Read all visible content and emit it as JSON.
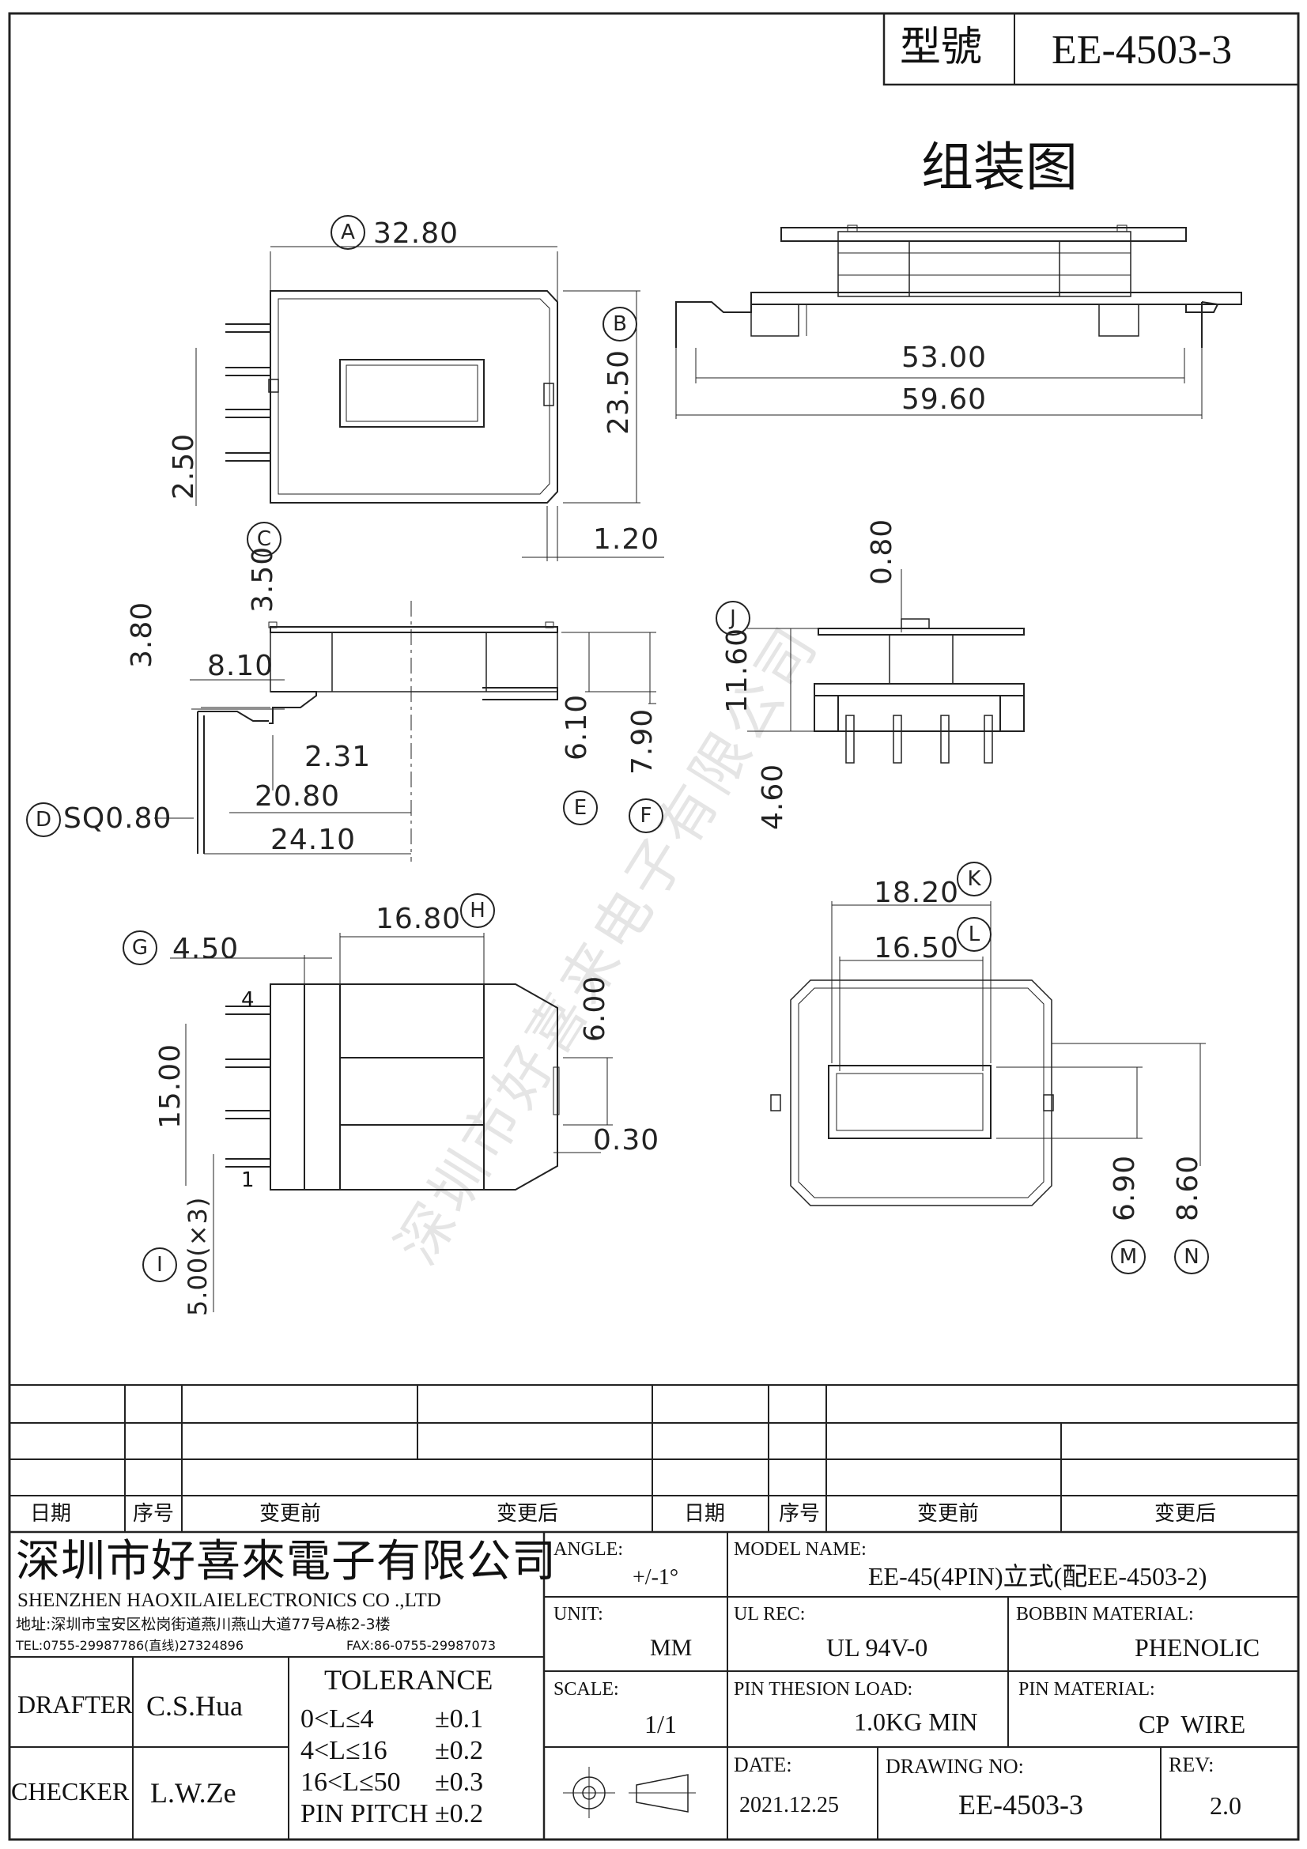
{
  "header": {
    "model_label": "型號",
    "model_value": "EE-4503-3",
    "drawing_title": "组装图"
  },
  "dimensions": {
    "a": "32.80",
    "b": "23.50",
    "pin_spacing": "2.50",
    "tab": "1.20",
    "c": "3.50",
    "d_left": "3.80",
    "w810": "8.10",
    "w231": "2.31",
    "w2080": "20.80",
    "sq": "SQ0.80",
    "w2410": "24.10",
    "h610": "6.10",
    "h790": "7.90",
    "w5300": "53.00",
    "w5960": "59.60",
    "h080": "0.80",
    "h1160": "11.60",
    "h460": "4.60",
    "g450": "4.50",
    "w1680": "16.80",
    "h1500": "15.00",
    "h600": "6.00",
    "w030": "0.30",
    "p500": "5.00(×3)",
    "w1820": "18.20",
    "w1650": "16.50",
    "h690": "6.90",
    "h860": "8.60"
  },
  "labels": {
    "A": "A",
    "B": "B",
    "C": "C",
    "D": "D",
    "E": "E",
    "F": "F",
    "G": "G",
    "H": "H",
    "I": "I",
    "J": "J",
    "K": "K",
    "L": "L",
    "M": "M",
    "N": "N"
  },
  "pin_labels": {
    "top": "4",
    "bottom": "1"
  },
  "watermark": "深圳市好喜来电子有限公司",
  "revision_headers": {
    "date": "日期",
    "seq": "序号",
    "before": "变更前",
    "after": "变更后"
  },
  "company": {
    "name_cn": "深圳市好喜來電子有限公司",
    "name_en": "SHENZHEN HAOXILAIELECTRONICS CO .,LTD",
    "address": "地址:深圳市宝安区松岗街道燕川燕山大道77号A栋2-3楼",
    "tel": "TEL:0755-29987786(直线)27324896",
    "fax": "FAX:86-0755-29987073"
  },
  "people": {
    "drafter_label": "DRAFTER",
    "drafter": "C.S.Hua",
    "checker_label": "CHECKER",
    "checker": "L.W.Ze"
  },
  "tolerance": {
    "title": "TOLERANCE",
    "rows": [
      {
        "range": "0<L≤4",
        "value": "±0.1"
      },
      {
        "range": "4<L≤16",
        "value": "±0.2"
      },
      {
        "range": "16<L≤50",
        "value": "±0.3"
      },
      {
        "range": "PIN PITCH",
        "value": "±0.2"
      }
    ]
  },
  "specs": {
    "angle_label": "ANGLE:",
    "angle": "+/-1°",
    "unit_label": "UNIT:",
    "unit": "MM",
    "scale_label": "SCALE:",
    "scale": "1/1",
    "model_name_label": "MODEL NAME:",
    "model_name": "EE-45(4PIN)立式(配EE-4503-2)",
    "ul_label": "UL REC:",
    "ul": "UL 94V-0",
    "bobbin_label": "BOBBIN MATERIAL:",
    "bobbin": "PHENOLIC",
    "pin_load_label": "PIN THESION LOAD:",
    "pin_load": "1.0KG MIN",
    "pin_material_label": "PIN MATERIAL:",
    "pin_material": "CP  WIRE",
    "date_label": "DATE:",
    "date": "2021.12.25",
    "drawing_no_label": "DRAWING NO:",
    "drawing_no": "EE-4503-3",
    "rev_label": "REV:",
    "rev": "2.0"
  }
}
